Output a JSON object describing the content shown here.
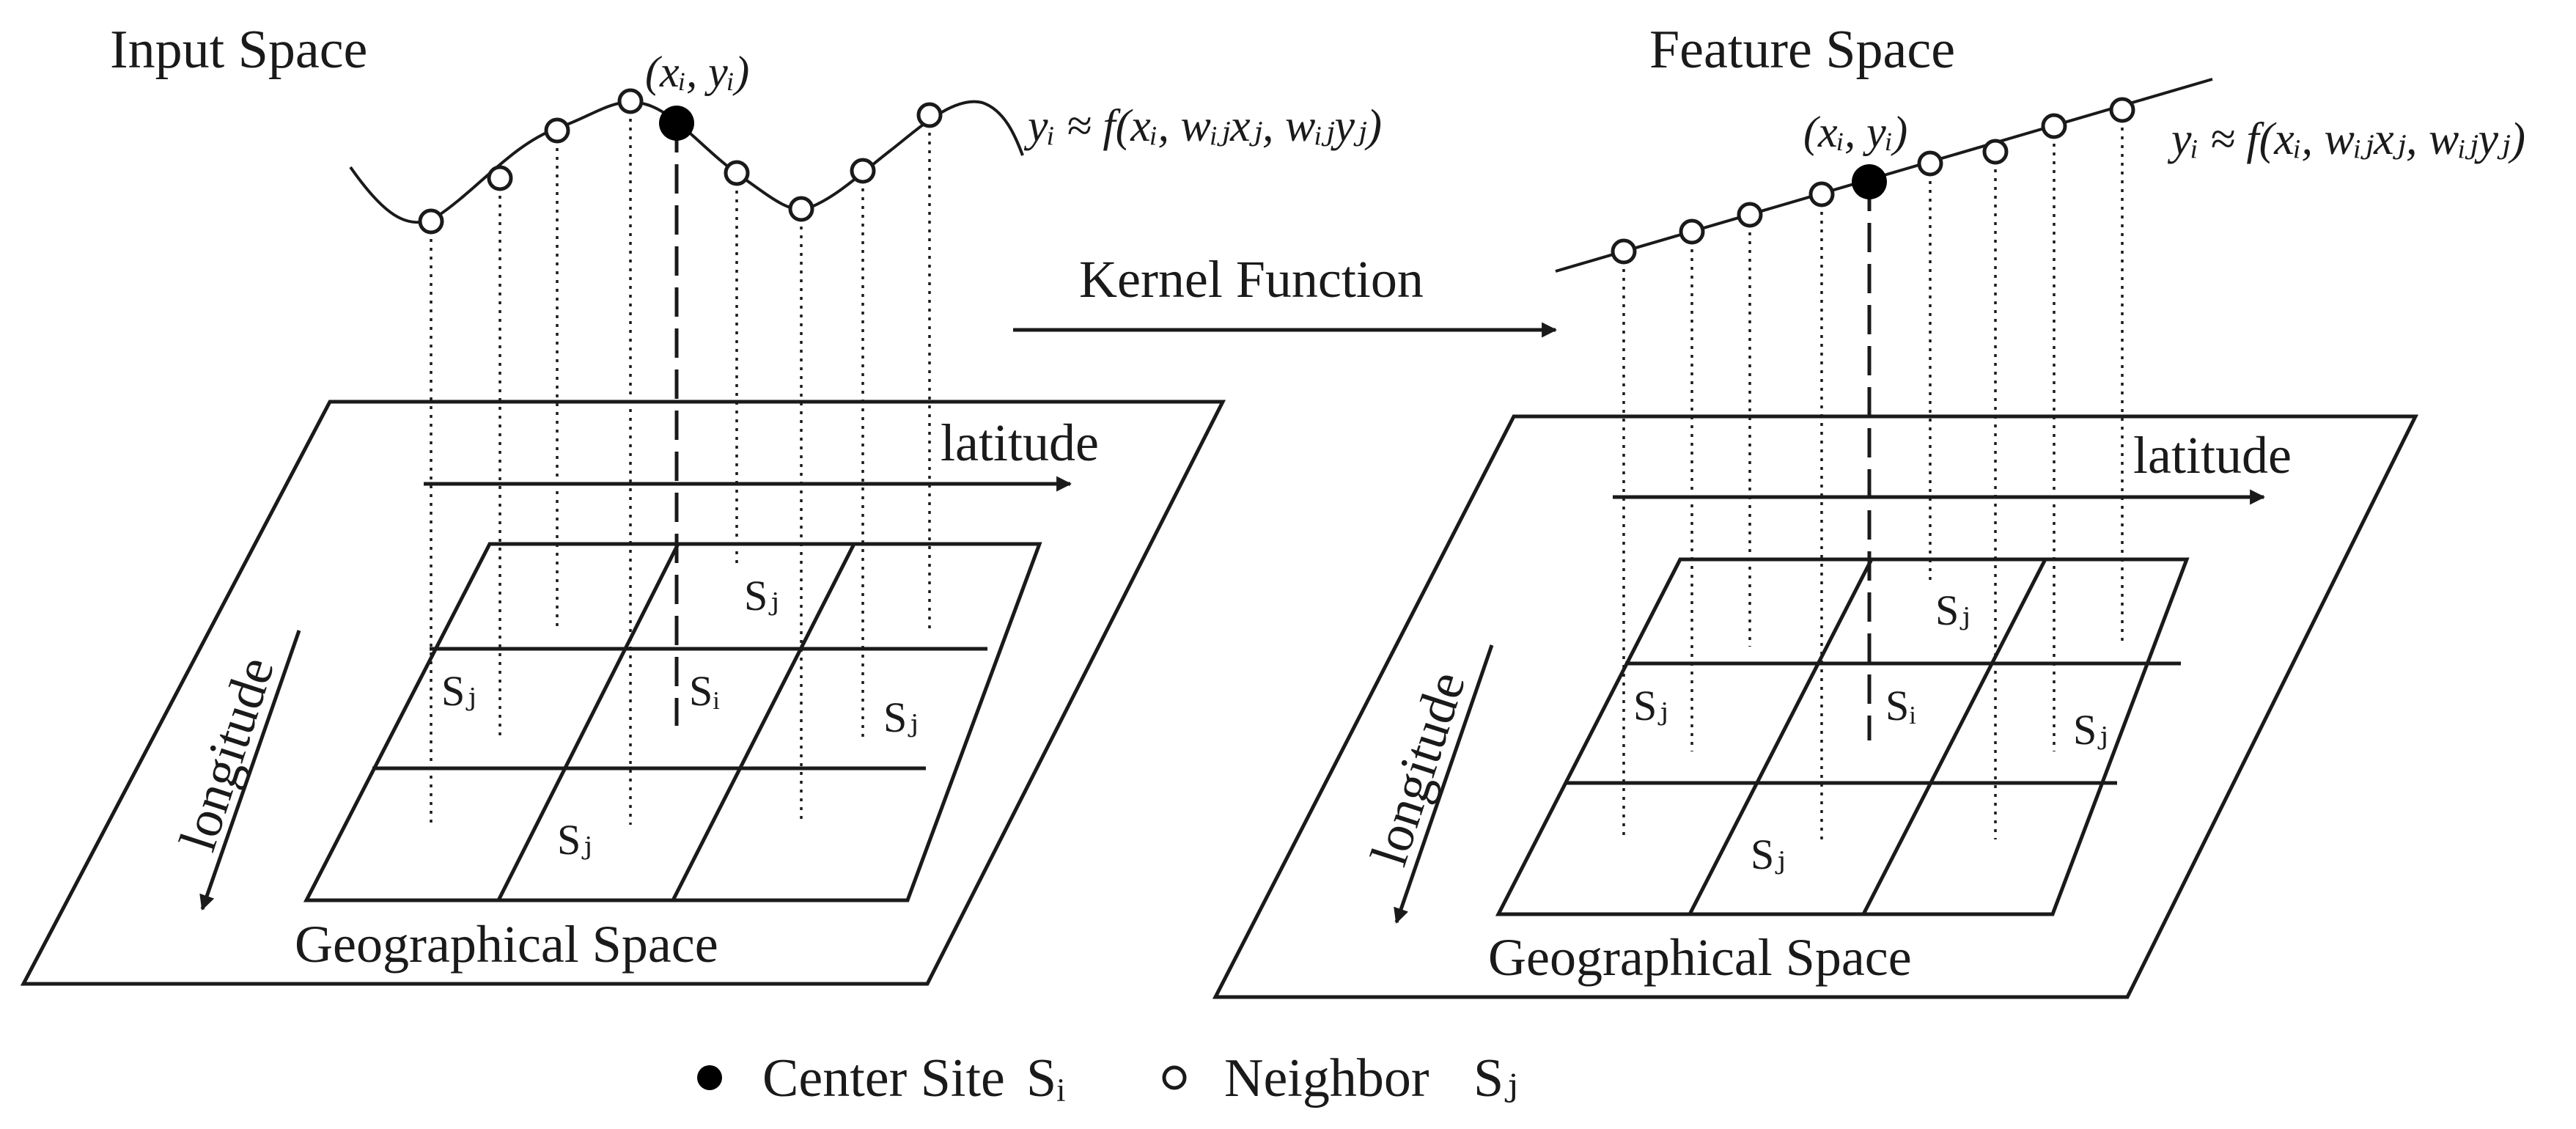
{
  "input_panel": {
    "title": "Input Space",
    "formula": "yᵢ ≈ f(xᵢ, wᵢⱼxⱼ, wᵢⱼyⱼ)",
    "center_point_label": "(xᵢ, yᵢ)",
    "plane_label": "Geographical Space",
    "latitude_label": "latitude",
    "longitude_label": "longitude",
    "cell_labels": [
      "Sⱼ",
      "Sⱼ",
      "Sᵢ",
      "Sⱼ",
      "Sⱼ"
    ]
  },
  "arrow": {
    "label": "Kernel Function"
  },
  "feature_panel": {
    "title": "Feature Space",
    "formula": "yᵢ ≈ f(xᵢ, wᵢⱼxⱼ, wᵢⱼyⱼ)",
    "center_point_label": "(xᵢ, yᵢ)",
    "plane_label": "Geographical Space",
    "latitude_label": "latitude",
    "longitude_label": "longitude",
    "cell_labels": [
      "Sⱼ",
      "Sⱼ",
      "Sᵢ",
      "Sⱼ",
      "Sⱼ"
    ]
  },
  "legend": {
    "center_label": "Center Site",
    "center_symbol": "Sᵢ",
    "neighbor_label": "Neighbor",
    "neighbor_symbol": "Sⱼ"
  },
  "colors": {
    "ink": "#1a1a1a",
    "background": "#ffffff"
  }
}
